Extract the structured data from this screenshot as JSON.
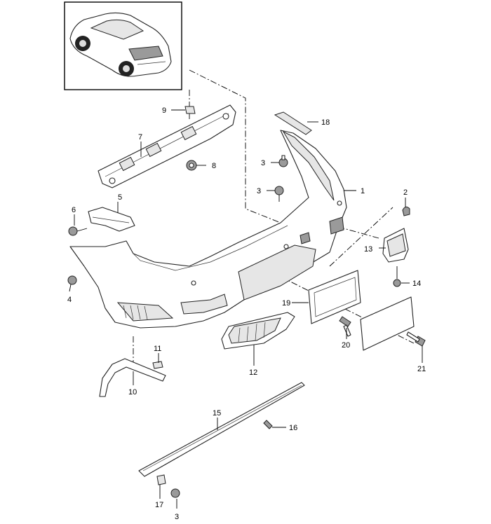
{
  "callouts": {
    "c1": "1",
    "c2": "2",
    "c3a": "3",
    "c3b": "3",
    "c3c": "3",
    "c4": "4",
    "c5": "5",
    "c6": "6",
    "c7": "7",
    "c8": "8",
    "c9": "9",
    "c10": "10",
    "c11": "11",
    "c12": "12",
    "c13": "13",
    "c14": "14",
    "c15": "15",
    "c16": "16",
    "c17": "17",
    "c18": "18",
    "c19": "19",
    "c20": "20",
    "c21": "21"
  },
  "icons": {
    "inset": "car-rear-view-icon",
    "bumper": "rear-bumper-cover-icon",
    "fastener": "screw-icon"
  }
}
